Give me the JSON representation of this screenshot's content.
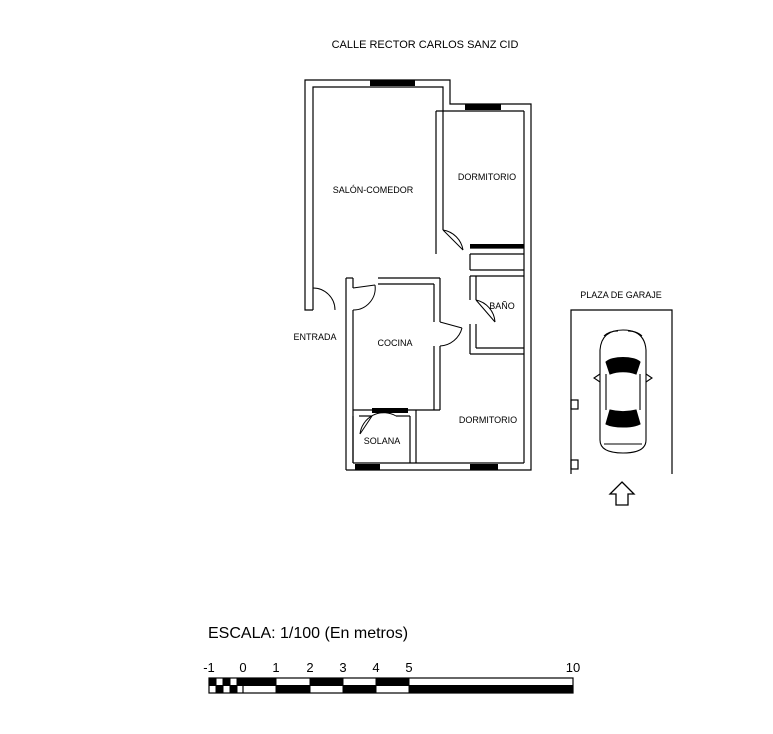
{
  "street": "CALLE RECTOR CARLOS SANZ CID",
  "rooms": {
    "salon": "SALÓN-COMEDOR",
    "dormitorio_1": "DORMITORIO",
    "bano": "BAÑO",
    "cocina": "COCINA",
    "dormitorio_2": "DORMITORIO",
    "solana": "SOLANA"
  },
  "entrada": "ENTRADA",
  "garaje": {
    "title": "PLAZA DE GARAJE",
    "icons": {
      "car": "car-top-view-icon",
      "arrow": "arrow-up-icon"
    }
  },
  "scale": {
    "title": "ESCALA: 1/100 (En metros)",
    "ticks": [
      "-1",
      "0",
      "1",
      "2",
      "3",
      "4",
      "5",
      "10"
    ]
  }
}
